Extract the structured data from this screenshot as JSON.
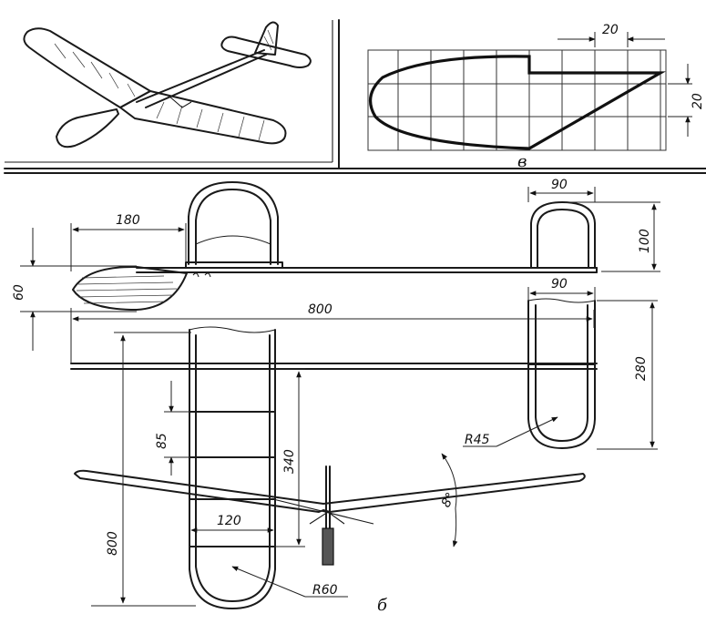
{
  "labels": {
    "grid_dim_width": "20",
    "grid_dim_height": "20",
    "subfig_v": "в",
    "stab_length": "180",
    "fuselage_depth": "60",
    "total_length": "800",
    "fin_width": "90",
    "fin_height": "100",
    "stab_width": "90",
    "stab_span": "280",
    "stab_tip_radius": "R45",
    "rib_spacing": "85",
    "center_section": "340",
    "dihedral_angle": "8°",
    "chord": "120",
    "wing_span": "800",
    "wing_tip_radius": "R60",
    "subfig_b": "б"
  }
}
